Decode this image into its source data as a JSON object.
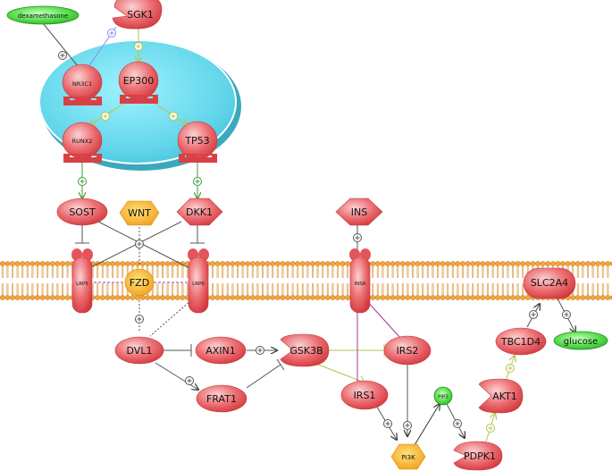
{
  "nodes": {
    "dexamethasone": "dexamethasone",
    "sgk1": "SGK1",
    "nr3c1": "NR3C1",
    "ep300": "EP300",
    "runx2": "RUNX2",
    "tp53": "TP53",
    "sost": "SOST",
    "wnt": "WNT",
    "dkk1": "DKK1",
    "ins": "INS",
    "lrp5": "LRP5",
    "fzd": "FZD",
    "lrp6": "LRP6",
    "insr": "INSR",
    "slc2a4": "SLC2A4",
    "dvl1": "DVL1",
    "axin1": "AXIN1",
    "gsk3b": "GSK3B",
    "irs2": "IRS2",
    "tbc1d4": "TBC1D4",
    "glucose": "glucose",
    "frat1": "FRAT1",
    "irs1": "IRS1",
    "pip3": "PIP3",
    "akt1": "AKT1",
    "pi3k": "PI3K",
    "pdpk1": "PDPK1"
  },
  "colors": {
    "protein": "#e2555a",
    "protein_light": "#f7b7b8",
    "small_molecule": "#4fd84a",
    "complex": "#f5a623",
    "nucleus": "#5fd3e6",
    "membrane": "#f0a044",
    "activation_green": "#3c9a3c",
    "activation_yellow": "#b7c24a",
    "inhibition_purple": "#9b3c9b",
    "edge_gray": "#555555"
  }
}
